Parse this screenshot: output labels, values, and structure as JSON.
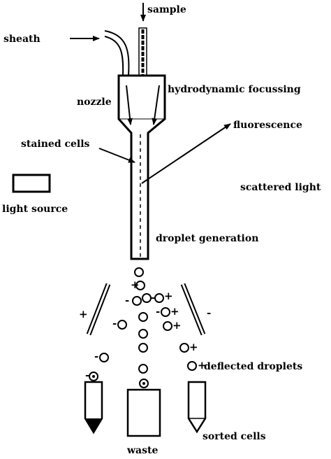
{
  "labels": {
    "sample": "sample",
    "sheath": "sheath",
    "nozzle": "nozzle",
    "hydrodynamic": "hydrodynamic focussing",
    "fluorescence": "fluorescence",
    "stained_cells": "stained cells",
    "scattered_light": "scattered light",
    "light_source": "light source",
    "droplet_generation": "droplet generation",
    "deflected_droplets": "deflected droplets",
    "sorted_cells": "sorted cells",
    "waste": "waste"
  },
  "signs": {
    "plate_left": "+",
    "plate_right": "-",
    "minus": "-",
    "plus": "+"
  },
  "colors": {
    "ink": "#000000",
    "background": "#ffffff"
  }
}
